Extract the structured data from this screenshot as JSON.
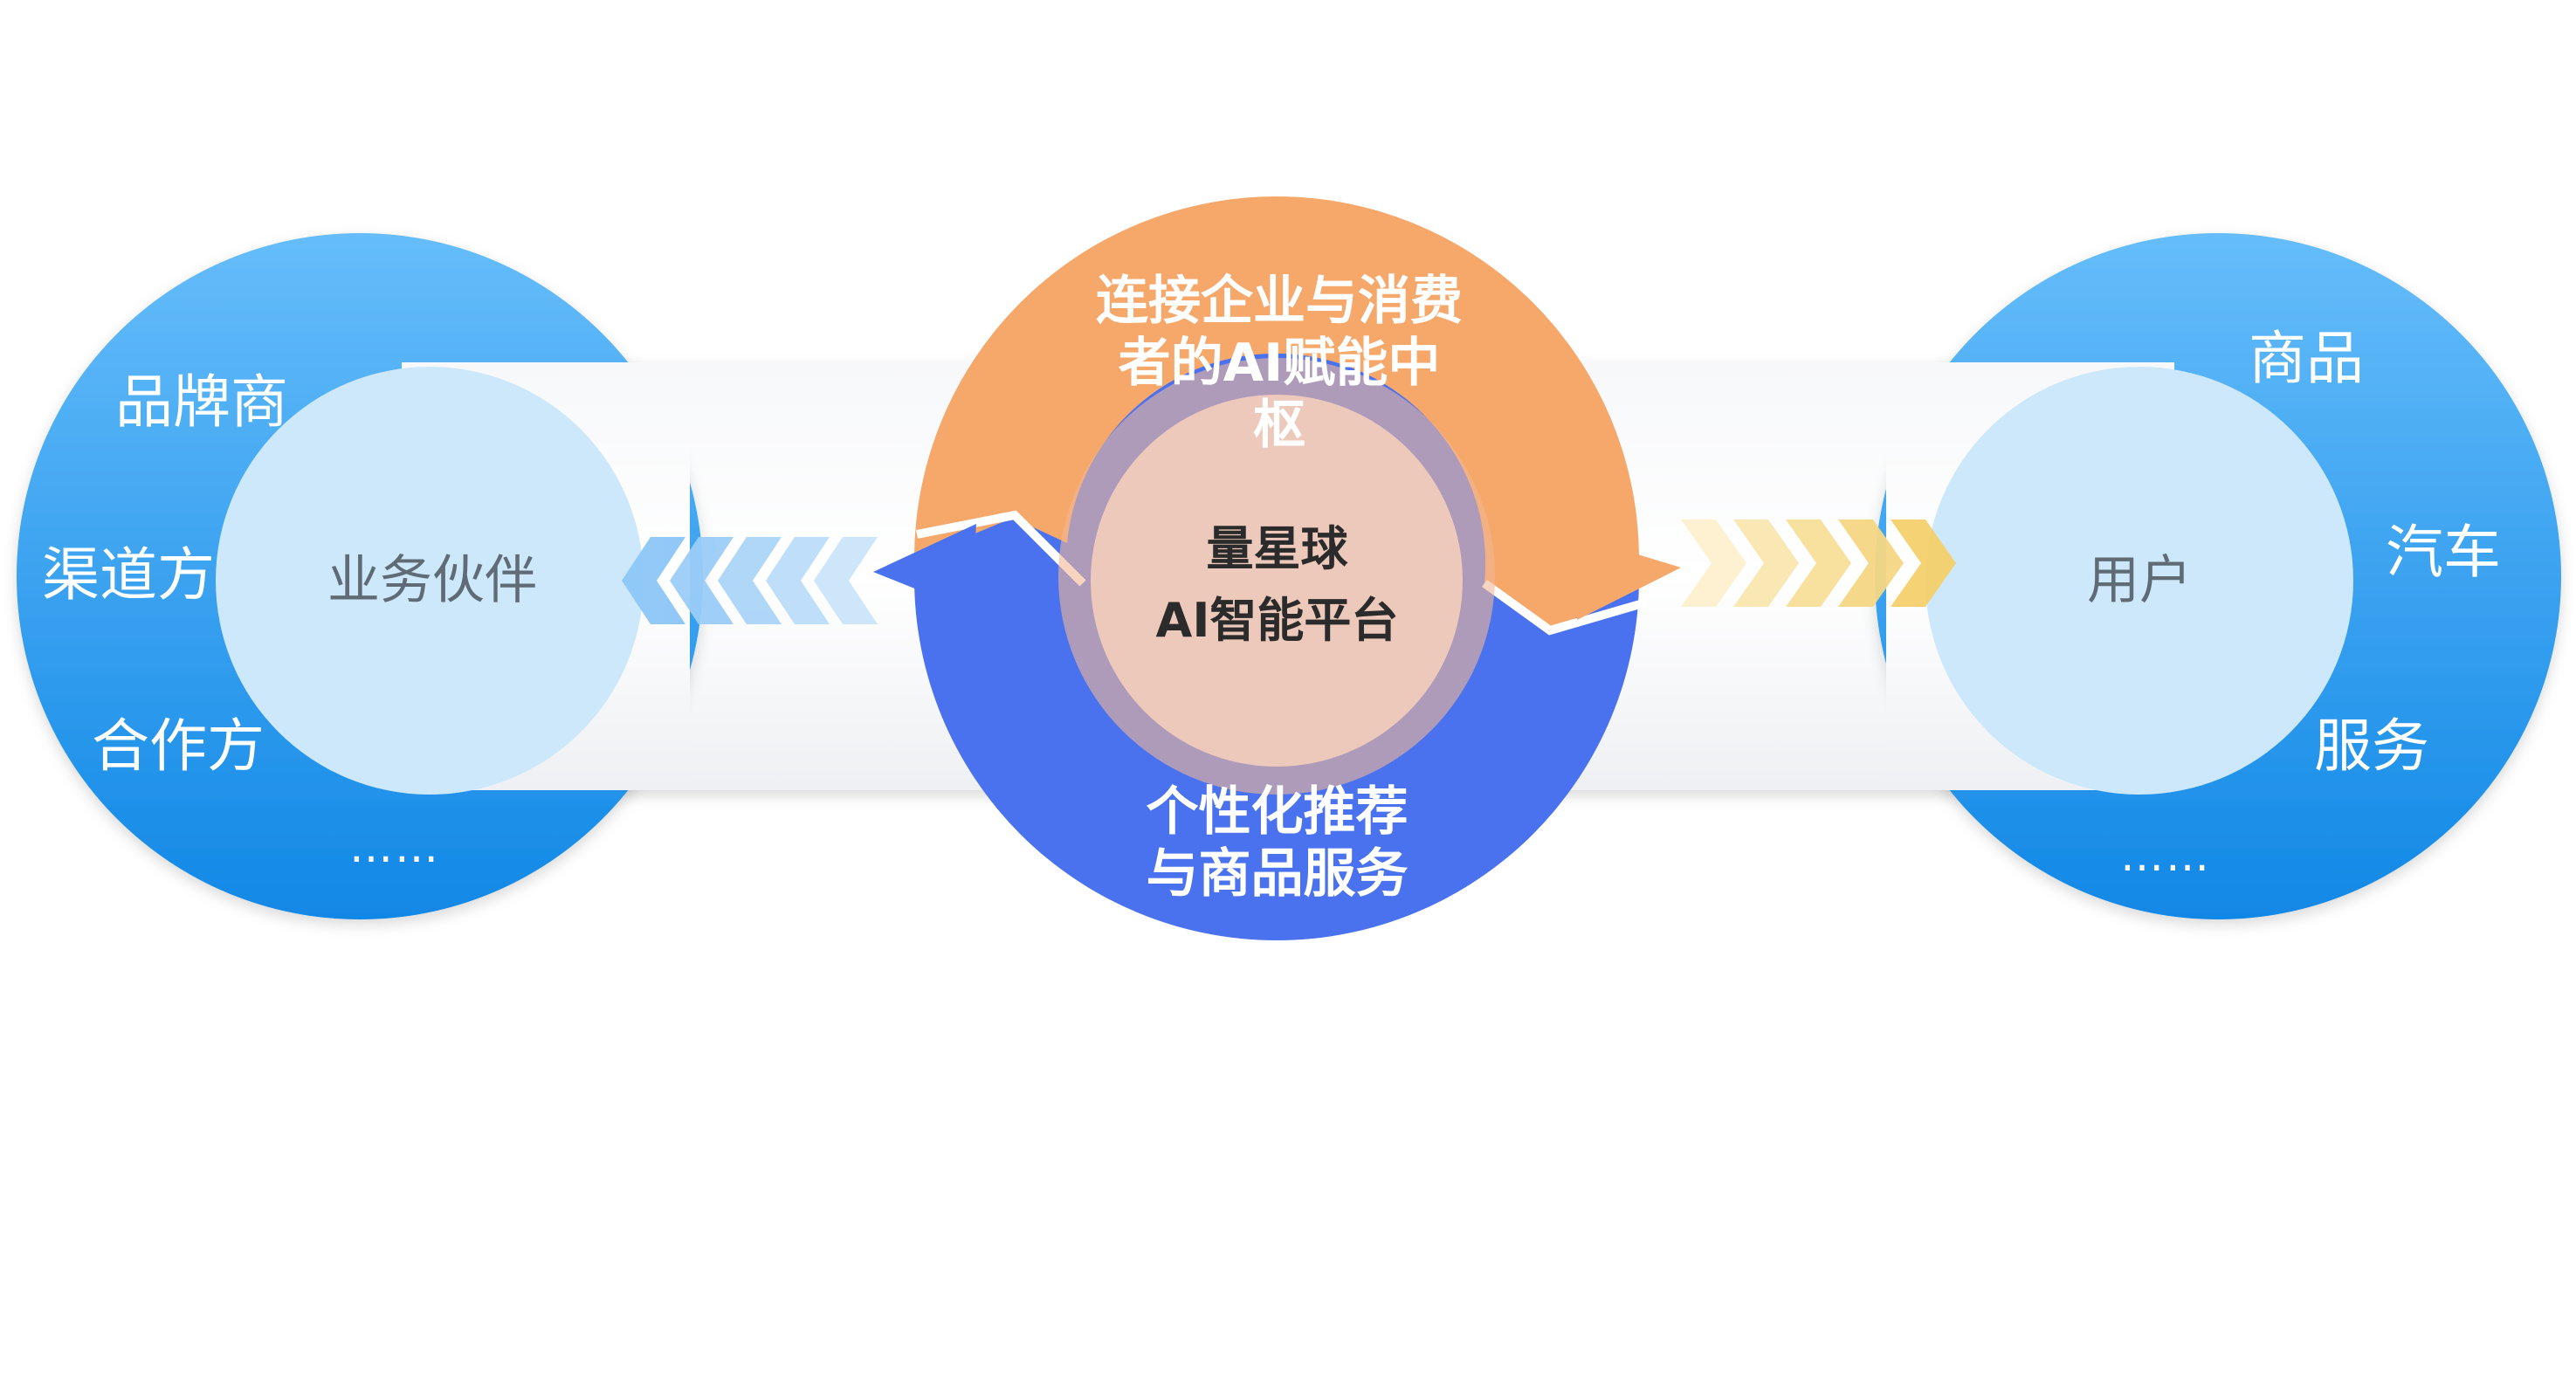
{
  "left": {
    "center_label": "业务伙伴",
    "items": [
      "品牌商",
      "渠道方",
      "合作方",
      "……"
    ]
  },
  "right": {
    "center_label": "用户",
    "items": [
      "商品",
      "汽车",
      "服务",
      "……"
    ]
  },
  "center": {
    "top_arc_label": "连接企业与消费者的AI赋能中枢",
    "core_label_line1": "量星球",
    "core_label_line2": "AI智能平台",
    "bottom_arc_label": "个性化推荐与商品服务"
  },
  "colors": {
    "outer_blue": "#2f95ee",
    "inner_light_blue": "#cde8fb",
    "orange_arc": "#f6a76a",
    "blue_arc": "#4a72ef",
    "core_fill": "#ecc9bb",
    "left_chevron": "#8fc8f6",
    "right_chevron": "#f7d57c"
  }
}
